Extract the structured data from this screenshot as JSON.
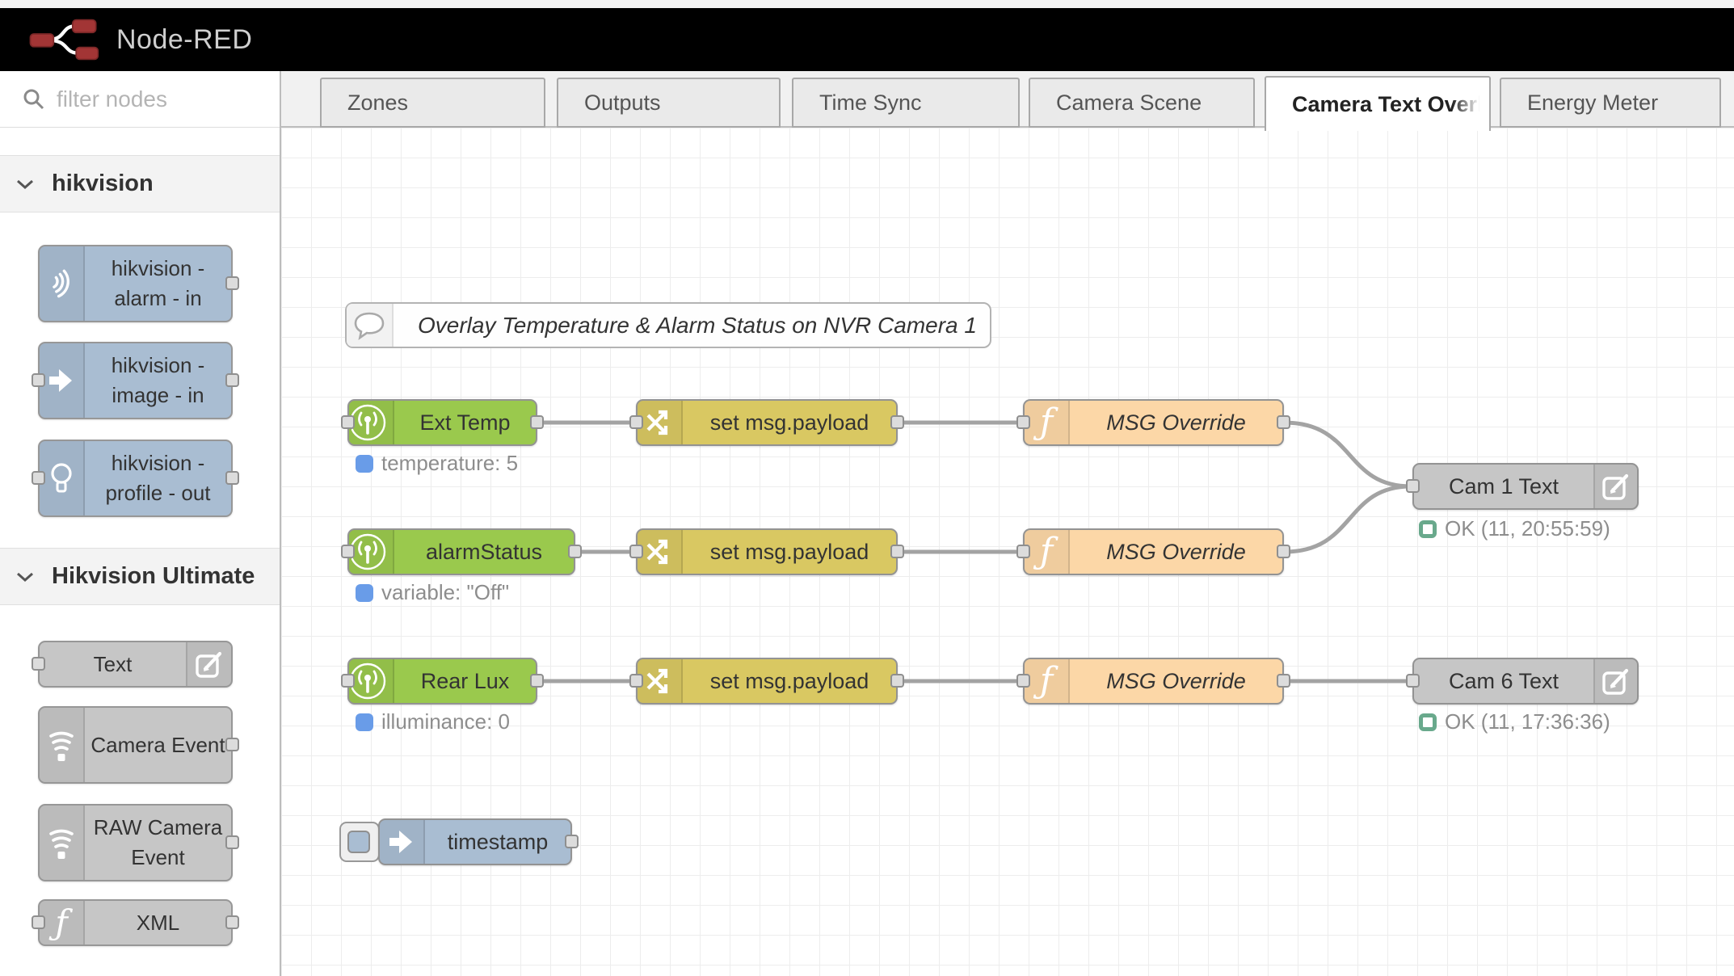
{
  "header": {
    "title": "Node-RED"
  },
  "palette": {
    "filter_placeholder": "filter nodes",
    "categories": [
      {
        "label": "hikvision",
        "nodes": [
          {
            "label": "hikvision - alarm - in"
          },
          {
            "label": "hikvision - image - in"
          },
          {
            "label": "hikvision - profile - out"
          }
        ]
      },
      {
        "label": "Hikvision Ultimate",
        "nodes": [
          {
            "label": "Text"
          },
          {
            "label": "Camera Event"
          },
          {
            "label": "RAW Camera Event"
          },
          {
            "label": "XML"
          }
        ]
      }
    ]
  },
  "tabs": [
    {
      "label": "Zones",
      "active": false
    },
    {
      "label": "Outputs",
      "active": false
    },
    {
      "label": "Time Sync",
      "active": false
    },
    {
      "label": "Camera Scene",
      "active": false
    },
    {
      "label": "Camera Text Overla",
      "active": true
    },
    {
      "label": "Energy Meter",
      "active": false
    }
  ],
  "flow": {
    "comment": "Overlay Temperature & Alarm Status on NVR Camera 1",
    "nodes": [
      {
        "label": "Ext Temp",
        "status": "temperature: 5"
      },
      {
        "label": "set msg.payload"
      },
      {
        "label": "MSG Override"
      },
      {
        "label": "Cam 1 Text",
        "status": "OK (11, 20:55:59)"
      },
      {
        "label": "alarmStatus",
        "status": "variable: \"Off\""
      },
      {
        "label": "set msg.payload"
      },
      {
        "label": "MSG Override"
      },
      {
        "label": "Rear Lux",
        "status": "illuminance: 0"
      },
      {
        "label": "set msg.payload"
      },
      {
        "label": "MSG Override"
      },
      {
        "label": "Cam 6 Text",
        "status": "OK (11, 17:36:36)"
      },
      {
        "label": "timestamp"
      }
    ]
  },
  "colors": {
    "header_bg": "#000000",
    "logo_red": "#a23535",
    "node_green": "#9ac94d",
    "node_change": "#d9c862",
    "node_function": "#fcd7a7",
    "node_gray": "#c6c6c6",
    "node_blue": "#a9bdd2",
    "status_blue": "#699ce8",
    "status_green": "#69a98c",
    "wire": "#a3a3a3"
  }
}
